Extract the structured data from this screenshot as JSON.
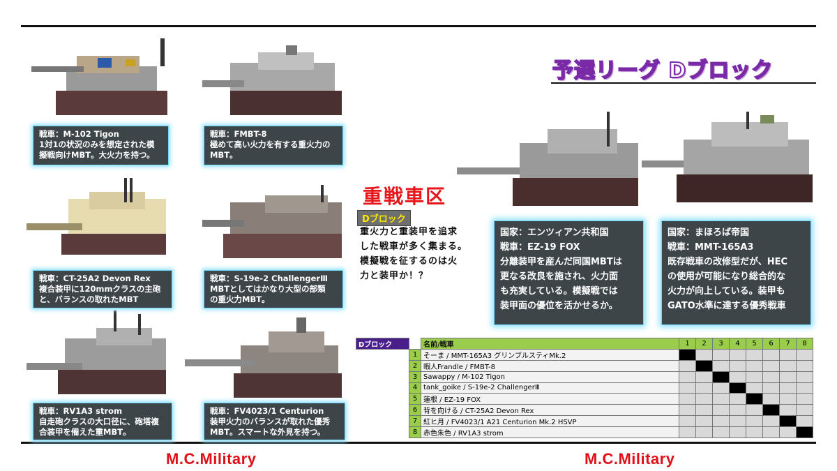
{
  "title": "予選リーグ Dブロック",
  "section": {
    "heading": "重戦車区",
    "tag": "Dブロック",
    "description": [
      "重火力と重装甲を追求",
      "した戦車が多く集まる。",
      "模擬戦を征するのは火",
      "力と装甲か！？"
    ]
  },
  "cards": [
    {
      "lines": [
        "戦車：M-102 Tigon",
        "1対1の状況のみを想定された模",
        "擬戦向けMBT。大火力を持つ。"
      ]
    },
    {
      "lines": [
        "戦車：FMBT-8",
        "極めて高い火力を有する重火力の",
        "MBT。"
      ]
    },
    {
      "lines": [
        "戦車：CT-25A2 Devon Rex",
        "複合装甲に120mmクラスの主砲",
        "と、バランスの取れたMBT"
      ]
    },
    {
      "lines": [
        "戦車：S-19e-2 ChallengerⅢ",
        "MBTとしてはかなり大型の部類",
        "の重火力MBT。"
      ]
    },
    {
      "lines": [
        "戦車：RV1A3 strom",
        "自走砲クラスの大口径に、砲塔複",
        "合装甲を備えた重MBT。"
      ]
    },
    {
      "lines": [
        "戦車：FV4023/1 Centurion",
        "装甲火力のバランスが取れた優秀",
        "MBT。スマートな外見を持つ。"
      ]
    }
  ],
  "big_cards": [
    {
      "lines": [
        "国家：エンツィアン共和国",
        "戦車：EZ-19 FOX",
        "分離装甲を産んだ同国MBTは",
        "更なる改良を施され、火力面",
        "も充実している。模擬戦では",
        "装甲面の優位を活かせるか。"
      ]
    },
    {
      "lines": [
        "国家：まほろば帝国",
        "戦車：MMT-165A3",
        "既存戦車の改修型だが、HEC",
        "の使用が可能になり総合的な",
        "火力が向上している。装甲も",
        "GATO水準に達する優秀戦車"
      ]
    }
  ],
  "league": {
    "block_label": "Dブロック",
    "name_header": "名前/戦車",
    "columns": [
      "1",
      "2",
      "3",
      "4",
      "5",
      "6",
      "7",
      "8"
    ],
    "rows": [
      {
        "num": "1",
        "name": "そーま / MMT-165A3 グリンブルスティMk.2"
      },
      {
        "num": "2",
        "name": "暇人Frandle / FMBT-8"
      },
      {
        "num": "3",
        "name": "Sawappy / M-102 Tigon"
      },
      {
        "num": "4",
        "name": "tank_goike / S-19e-2 ChallengerⅢ"
      },
      {
        "num": "5",
        "name": "蓮根 / EZ-19 FOX"
      },
      {
        "num": "6",
        "name": "背を向ける / CT-25A2 Devon Rex"
      },
      {
        "num": "7",
        "name": "紅ヒ月 / FV4023/1 A21 Centurion Mk.2 HSVP"
      },
      {
        "num": "8",
        "name": "赤色朱色 / RV1A3 strom"
      }
    ]
  },
  "footer": {
    "left": "M.C.Military",
    "right": "M.C.Military"
  },
  "colors": {
    "accent_red": "#e01018",
    "title_purple": "#7a2aa6",
    "card_bg": "#3d4549",
    "table_green": "#9acd4c"
  }
}
